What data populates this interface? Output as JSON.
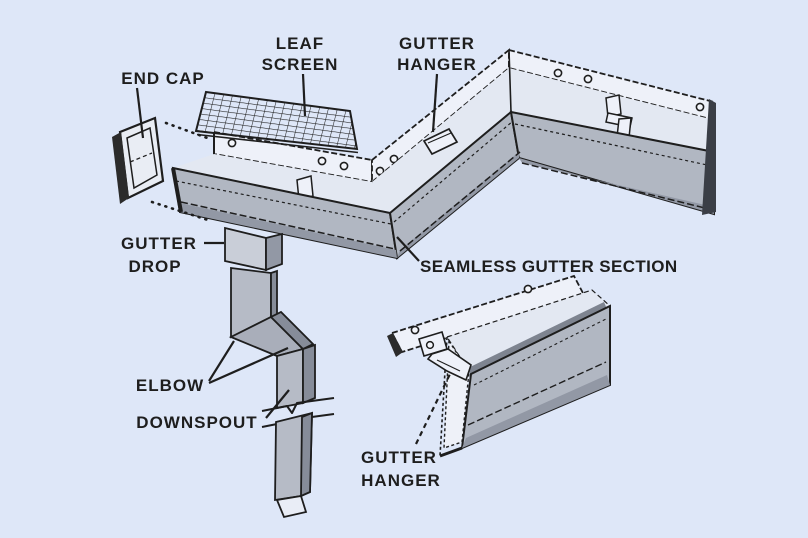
{
  "page": {
    "background_color": "#dee7f8"
  },
  "diagram": {
    "title": "Rain gutter system components diagram",
    "palette": {
      "ink": "#1e1e1e",
      "fascia_strip": "#eef1f9",
      "trough_inner": "#e3e8f2",
      "gutter_face": "#b1b7c2",
      "gutter_face_shadow": "#9298a5",
      "pipe": "#b6bbc6",
      "pipe_side": "#868c99",
      "background": "#dee7f8"
    },
    "labels": {
      "end_cap": {
        "lines": [
          "END CAP"
        ]
      },
      "leaf_screen": {
        "lines": [
          "LEAF",
          "SCREEN"
        ]
      },
      "gutter_hanger_top": {
        "lines": [
          "GUTTER",
          "HANGER"
        ]
      },
      "gutter_drop": {
        "lines": [
          "GUTTER",
          "DROP"
        ]
      },
      "seamless_gutter_section": {
        "lines": [
          "SEAMLESS GUTTER SECTION"
        ]
      },
      "elbow": {
        "lines": [
          "ELBOW"
        ]
      },
      "downspout": {
        "lines": [
          "DOWNSPOUT"
        ]
      },
      "gutter_hanger_detail": {
        "lines": [
          "GUTTER",
          "HANGER"
        ]
      }
    }
  }
}
